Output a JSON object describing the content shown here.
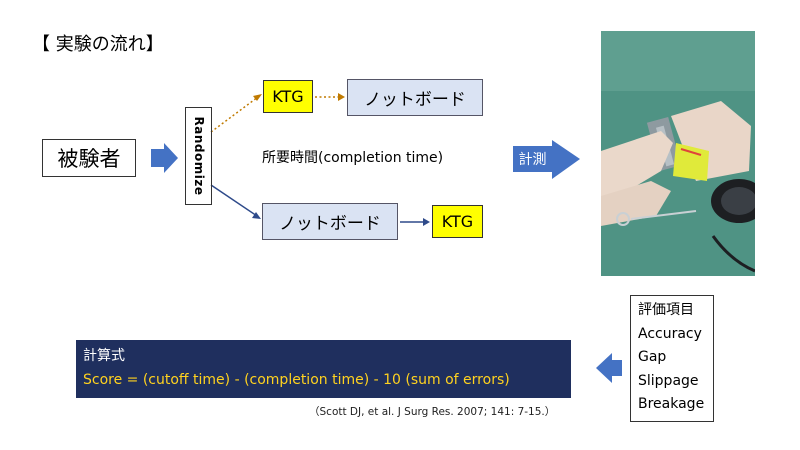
{
  "title": "【 実験の流れ】",
  "subject": "被験者",
  "randomize": "Randomize",
  "branch_top": {
    "first": "KTG",
    "second": "ノットボード"
  },
  "branch_bottom": {
    "first": "ノットボード",
    "second": "KTG"
  },
  "completion_label": "所要時間(completion time)",
  "measure_label": "計測",
  "evaluation": {
    "header": "評価項目",
    "items": [
      "Accuracy",
      "Gap",
      "Slippage",
      "Breakage"
    ]
  },
  "formula": {
    "header": "計算式",
    "expression": "Score = (cutoff time) - (completion time) - 10 (sum of errors)"
  },
  "reference": "（Scott DJ, et al. J Surg Res. 2007; 141: 7-15.）",
  "colors": {
    "accent_blue": "#4472c4",
    "ktg_yellow": "#ffff00",
    "knotboard_fill": "#dae3f3",
    "formula_bg": "#1f2f5e",
    "formula_text": "#ffd21f",
    "dotted_arrow": "#c07a00",
    "solid_arrow": "#2e4a8a"
  }
}
